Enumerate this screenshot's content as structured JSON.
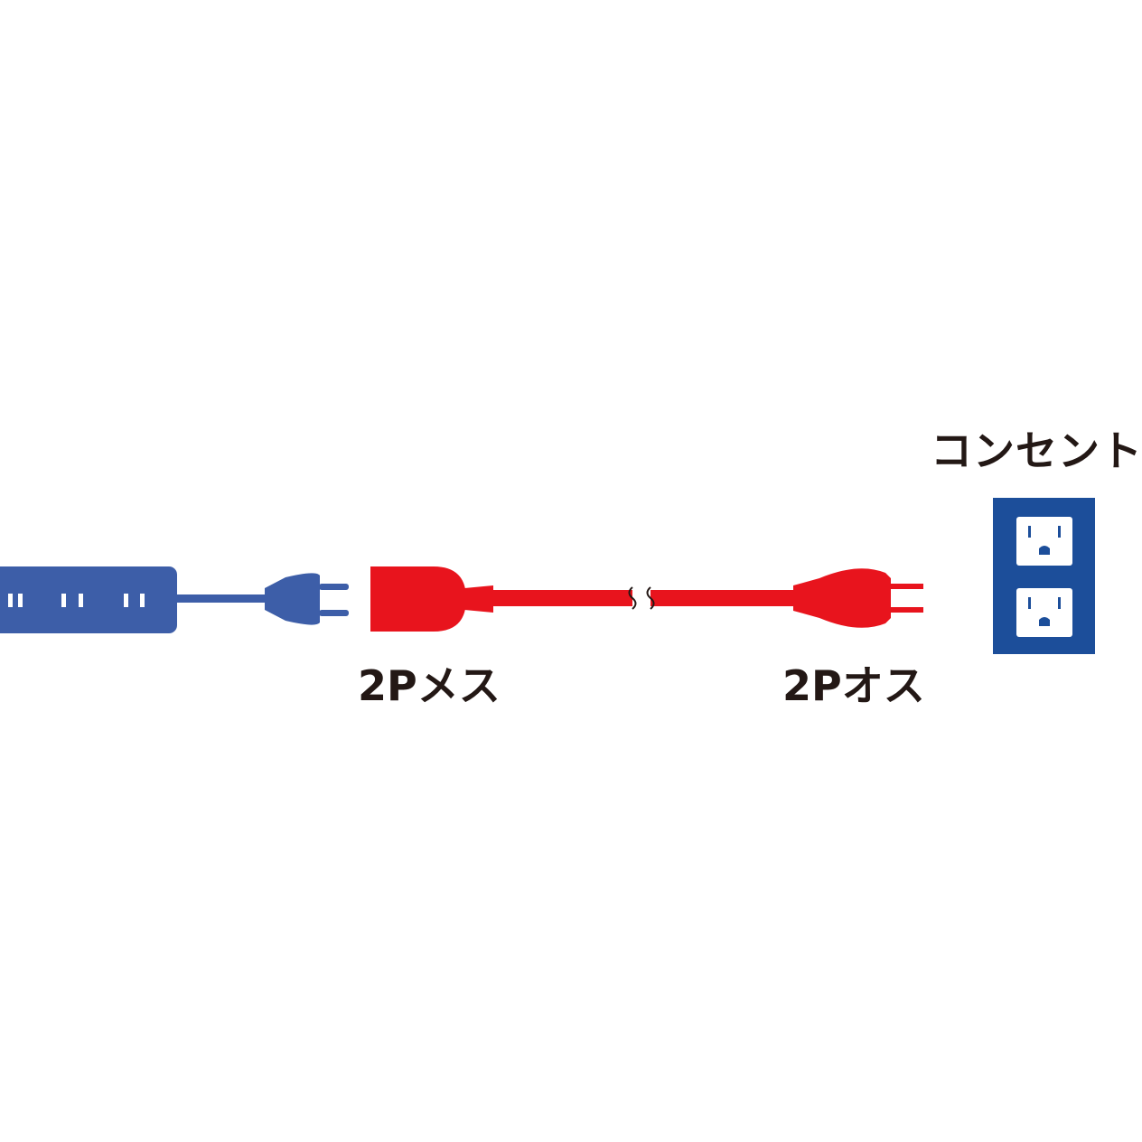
{
  "labels": {
    "outlet": "コンセント",
    "female_plug": "2Pメス",
    "male_plug": "2Pオス"
  },
  "colors": {
    "power_strip": "#3d5ea8",
    "extension_cord": "#e8141d",
    "wall_outlet": "#1c4e9a",
    "text": "#231815"
  },
  "icons": {
    "power_strip": "power-strip-icon",
    "strip_plug": "two-prong-plug-icon",
    "female_connector": "female-connector-icon",
    "male_plug": "male-plug-icon",
    "wall_outlet": "wall-outlet-icon"
  }
}
